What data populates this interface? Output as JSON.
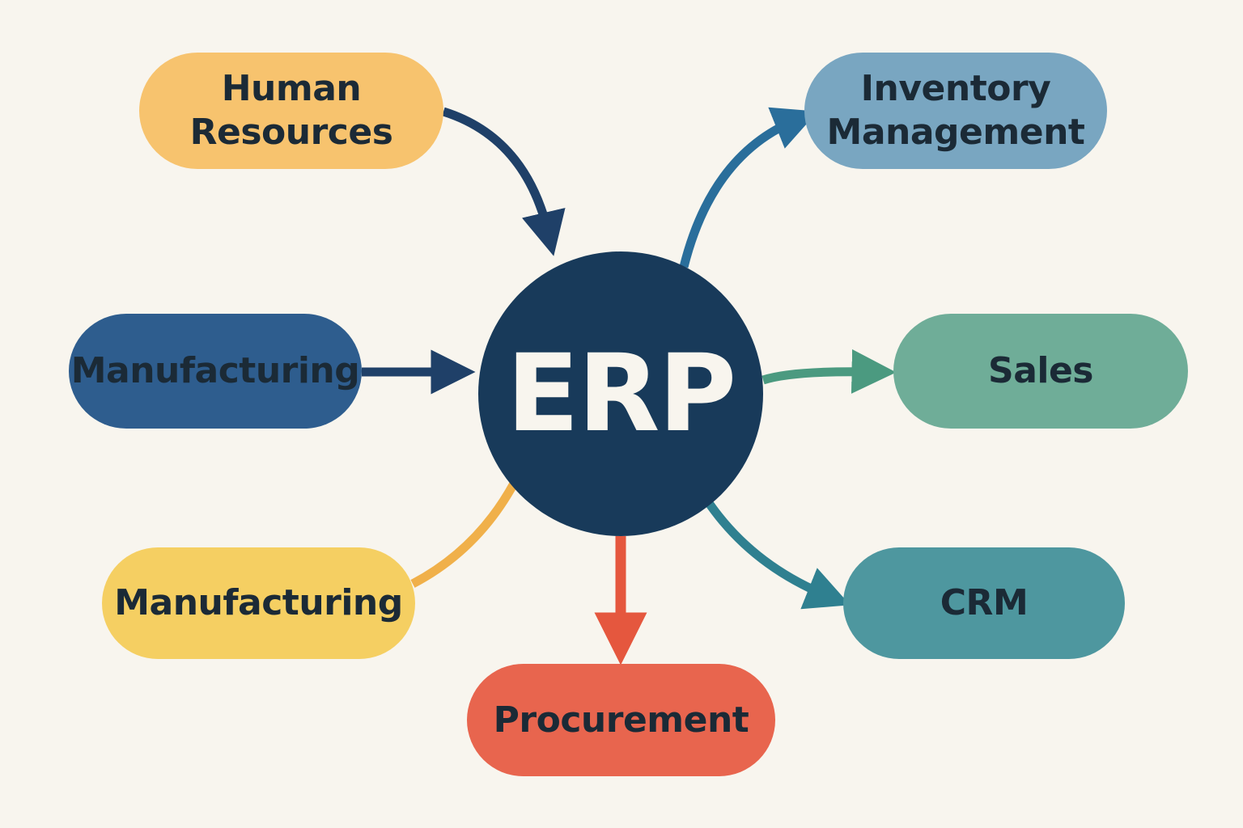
{
  "hub": {
    "label": "ERP",
    "color": "#183a5a"
  },
  "modules": [
    {
      "id": "hr",
      "label": "Human Resources",
      "color": "#f7c36e",
      "direction": "into-hub"
    },
    {
      "id": "inventory",
      "label": "Inventory Management",
      "color": "#79a6c1",
      "direction": "out-of-hub"
    },
    {
      "id": "manufacturing-blue",
      "label": "Manufacturing",
      "color": "#2e5d8e",
      "direction": "into-hub"
    },
    {
      "id": "sales",
      "label": "Sales",
      "color": "#6fad98",
      "direction": "out-of-hub"
    },
    {
      "id": "manufacturing-yellow",
      "label": "Manufacturing",
      "color": "#f5cf62",
      "direction": "connected"
    },
    {
      "id": "crm",
      "label": "CRM",
      "color": "#4e979f",
      "direction": "out-of-hub"
    },
    {
      "id": "procurement",
      "label": "Procurement",
      "color": "#e8654e",
      "direction": "out-of-hub"
    }
  ]
}
